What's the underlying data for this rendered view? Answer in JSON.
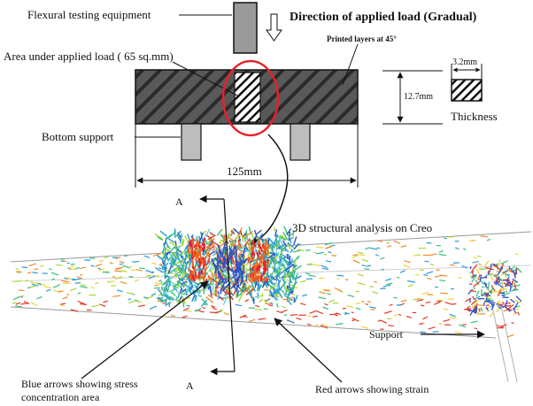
{
  "labels": {
    "equipment": "Flexural testing equipment",
    "direction": "Direction of applied load (Gradual)",
    "printed_layers": "Printed layers at 45°",
    "area": "Area under applied load ( 65 sq.mm)",
    "dim_width": "3.2mm",
    "dim_height": "12.7mm",
    "thickness": "Thickness",
    "bottom_support": "Bottom support",
    "length": "125mm",
    "section_top": "A",
    "section_bottom": "A",
    "analysis": "3D structural analysis on Creo",
    "support": "Support",
    "blue_arrows": "Blue arrows showing stress\nconcentration area",
    "red_arrows": "Red arrows showing strain"
  },
  "colors": {
    "specimen": "#5a5a5a",
    "support": "#bdbdbd",
    "highlight": "#e8202a",
    "stress": "#2f50c8",
    "strain": "#e33a2a"
  }
}
